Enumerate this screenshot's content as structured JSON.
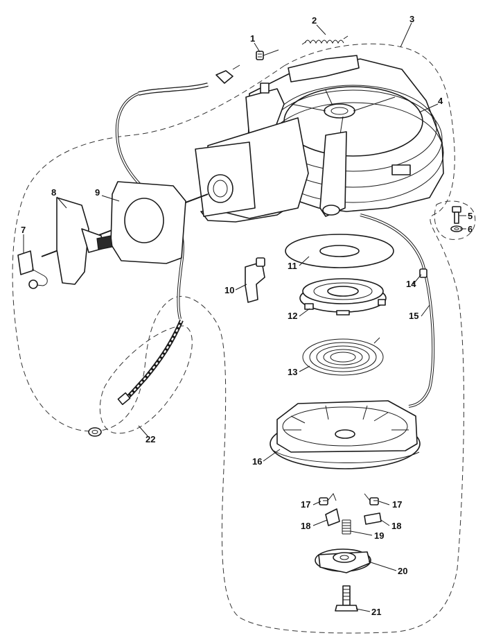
{
  "callouts": [
    {
      "id": "1",
      "label": "1"
    },
    {
      "id": "2",
      "label": "2"
    },
    {
      "id": "3",
      "label": "3"
    },
    {
      "id": "4",
      "label": "4"
    },
    {
      "id": "5",
      "label": "5"
    },
    {
      "id": "6",
      "label": "6"
    },
    {
      "id": "7",
      "label": "7"
    },
    {
      "id": "8",
      "label": "8"
    },
    {
      "id": "9",
      "label": "9"
    },
    {
      "id": "10",
      "label": "10"
    },
    {
      "id": "11",
      "label": "11"
    },
    {
      "id": "12",
      "label": "12"
    },
    {
      "id": "13",
      "label": "13"
    },
    {
      "id": "14",
      "label": "14"
    },
    {
      "id": "15",
      "label": "15"
    },
    {
      "id": "16",
      "label": "16"
    },
    {
      "id": "17a",
      "label": "17"
    },
    {
      "id": "17b",
      "label": "17"
    },
    {
      "id": "18a",
      "label": "18"
    },
    {
      "id": "18b",
      "label": "18"
    },
    {
      "id": "19",
      "label": "19"
    },
    {
      "id": "20",
      "label": "20"
    },
    {
      "id": "21",
      "label": "21"
    },
    {
      "id": "22",
      "label": "22"
    }
  ]
}
